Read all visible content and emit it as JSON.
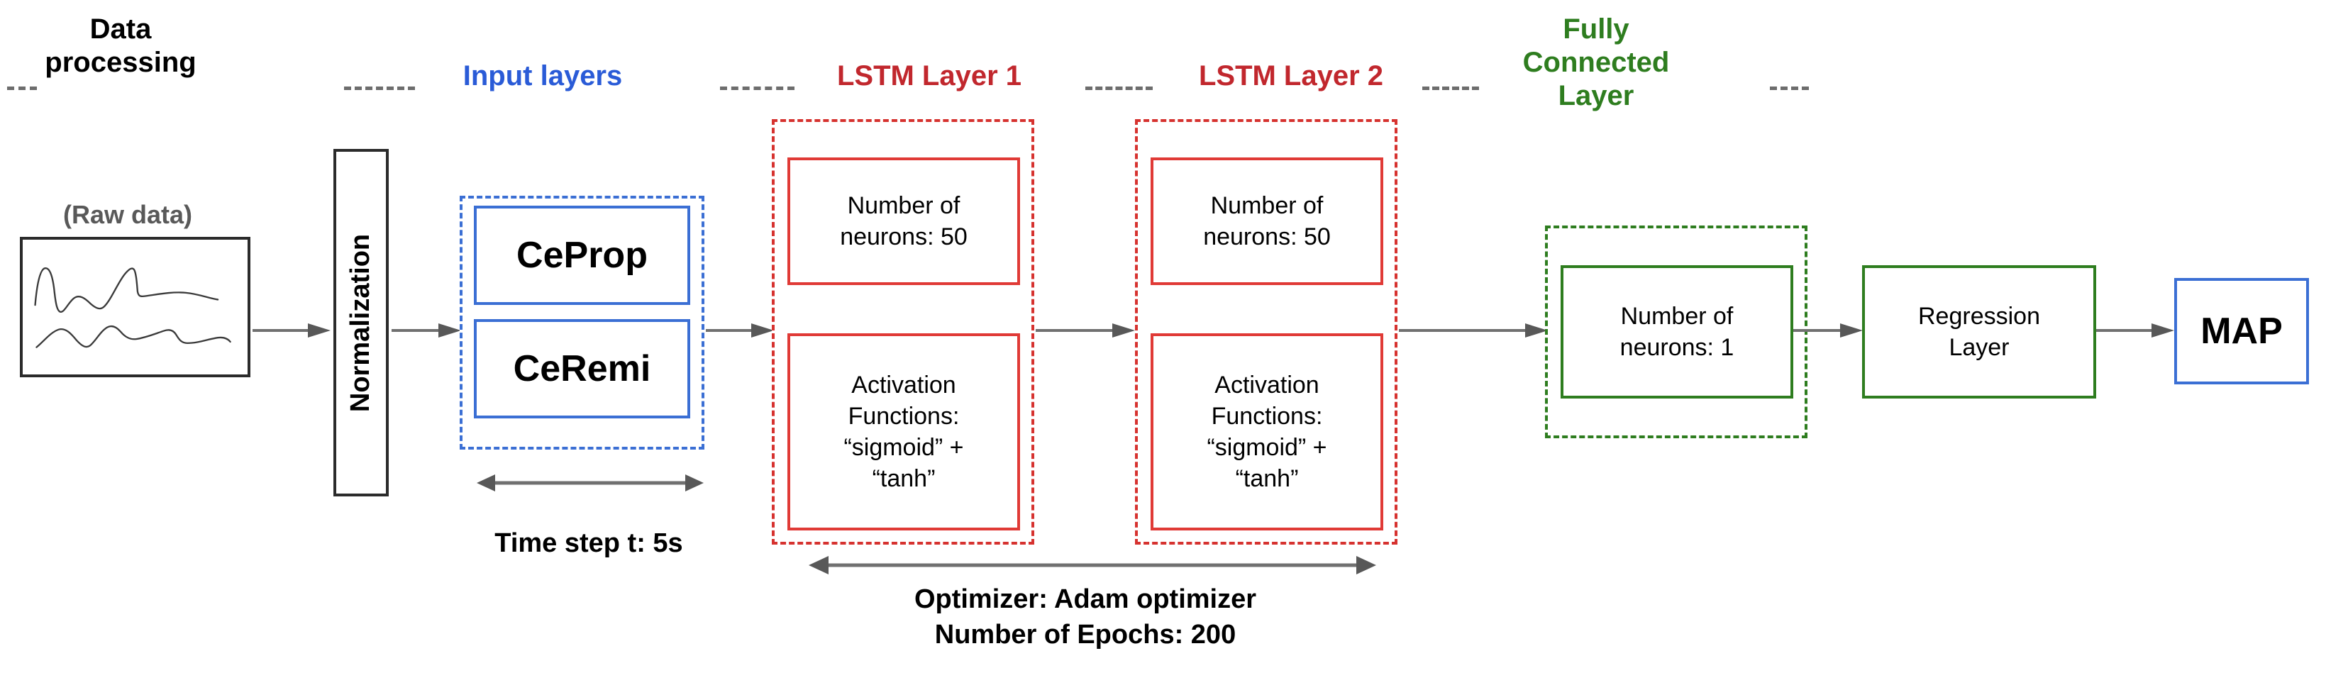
{
  "section_labels": {
    "data_processing": "Data\nprocessing",
    "input_layers": "Input layers",
    "lstm_layer_1": "LSTM Layer 1",
    "lstm_layer_2": "LSTM Layer 2",
    "fully_connected_layer": "Fully\nConnected\nLayer"
  },
  "colors": {
    "data_processing": "#000000",
    "input_layers": "#2a5bd7",
    "lstm": "#c1272d",
    "fully_connected": "#2e7d1f",
    "separator": "#6d6d6d",
    "arrow": "#585858",
    "raw_caption": "#595959"
  },
  "data_processing": {
    "raw_caption": "(Raw data)",
    "normalization": "Normalization"
  },
  "input_layers": {
    "box_1": "CeProp",
    "box_2": "CeRemi"
  },
  "lstm_layer_1": {
    "neurons": "Number of\nneurons: 50",
    "activation": "Activation\nFunctions:\n“sigmoid” +\n“tanh”"
  },
  "lstm_layer_2": {
    "neurons": "Number of\nneurons: 50",
    "activation": "Activation\nFunctions:\n“sigmoid” +\n“tanh”"
  },
  "fully_connected": {
    "neurons": "Number of\nneurons: 1"
  },
  "output": {
    "regression_layer": "Regression\nLayer",
    "map": "MAP"
  },
  "annotations": {
    "time_step": "Time step t: 5s",
    "optimizer": "Optimizer: Adam optimizer\nNumber of Epochs: 200"
  }
}
